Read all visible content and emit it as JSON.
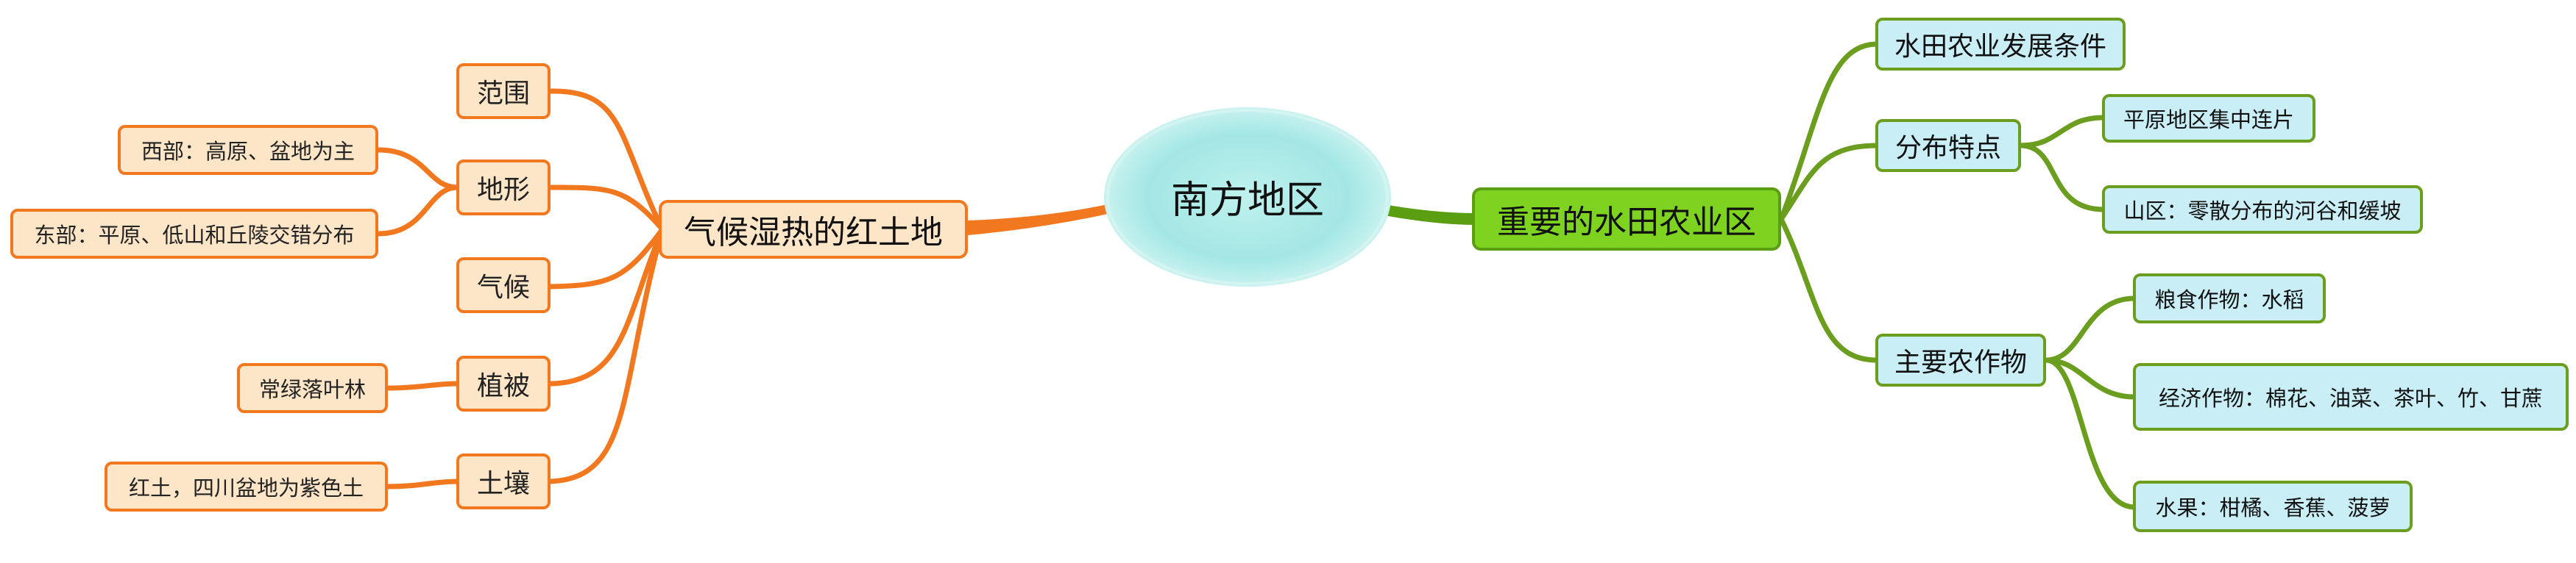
{
  "center": {
    "label": "南方地区"
  },
  "left_branch": {
    "label": "气候湿热的红土地",
    "items": [
      {
        "label": "范围"
      },
      {
        "label": "地形",
        "children": [
          "西部：高原、盆地为主",
          "东部：平原、低山和丘陵交错分布"
        ]
      },
      {
        "label": "气候"
      },
      {
        "label": "植被",
        "children": [
          "常绿落叶林"
        ]
      },
      {
        "label": "土壤",
        "children": [
          "红土，四川盆地为紫色土"
        ]
      }
    ]
  },
  "right_branch": {
    "label": "重要的水田农业区",
    "items": [
      {
        "label": "水田农业发展条件"
      },
      {
        "label": "分布特点",
        "children": [
          "平原地区集中连片",
          "山区：零散分布的河谷和缓坡"
        ]
      },
      {
        "label": "主要农作物",
        "children": [
          "粮食作物：水稻",
          "经济作物：棉花、油菜、茶叶、竹、甘蔗",
          "水果：柑橘、香蕉、菠萝"
        ]
      }
    ]
  },
  "colors": {
    "orange": "#f2781f",
    "orange_fill": "#fde5c8",
    "green": "#6b9e1f",
    "green_fill": "#7ed321",
    "blue_fill": "#c9eef6",
    "center_fill": "#9fe6e3"
  }
}
